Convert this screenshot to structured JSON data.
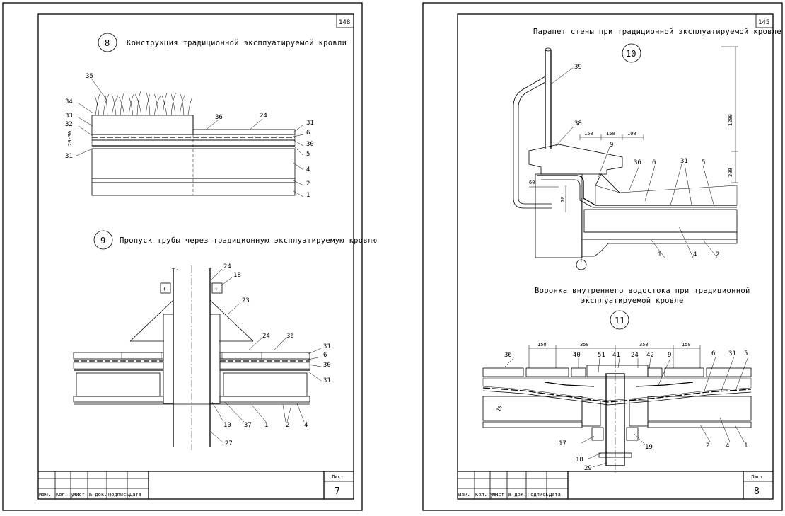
{
  "sheet1": {
    "page_corner": "148",
    "sections": [
      {
        "num": "8",
        "title": "Конструкция традиционной эксплуатируемой кровли"
      },
      {
        "num": "9",
        "title": "Пропуск трубы через традиционную эксплуатируемую кровлю"
      }
    ],
    "s8_callouts": [
      "35",
      "34",
      "33",
      "32",
      "20-30",
      "31",
      "36",
      "24",
      "31",
      "6",
      "30",
      "5",
      "4",
      "2",
      "1"
    ],
    "s9_callouts": [
      "24",
      "18",
      "23",
      "24",
      "36",
      "31",
      "6",
      "30",
      "31",
      "10",
      "37",
      "1",
      "2",
      "4",
      "27"
    ],
    "stamp": {
      "cols": [
        "Изм.",
        "Кол. уч.",
        "Лист",
        "№ док.",
        "Подпись",
        "Дата"
      ],
      "sheet_label": "Лист",
      "sheet_num": "7"
    }
  },
  "sheet2": {
    "page_corner": "145",
    "sections": [
      {
        "num": "10",
        "title": "Парапет стены при традиционной эксплуатируемой кровле"
      },
      {
        "num": "11",
        "title_line1": "Воронка внутреннего водостока при традиционной",
        "title_line2": "эксплуатируемой кровле"
      }
    ],
    "s10_callouts": [
      "39",
      "38",
      "9",
      "36",
      "6",
      "31",
      "5",
      "1",
      "4",
      "2"
    ],
    "s10_dims": [
      "150",
      "150",
      "100",
      "1200",
      "200",
      "60",
      "70"
    ],
    "s11_callouts": [
      "36",
      "40",
      "51",
      "41",
      "24",
      "42",
      "9",
      "6",
      "31",
      "5",
      "17",
      "19",
      "2",
      "4",
      "1",
      "18",
      "29"
    ],
    "s11_dims": [
      "150",
      "350",
      "350",
      "150",
      "15"
    ],
    "stamp": {
      "cols": [
        "Изм.",
        "Кол. уч.",
        "Лист",
        "№ док.",
        "Подпись",
        "Дата"
      ],
      "sheet_label": "Лист",
      "sheet_num": "8"
    }
  }
}
